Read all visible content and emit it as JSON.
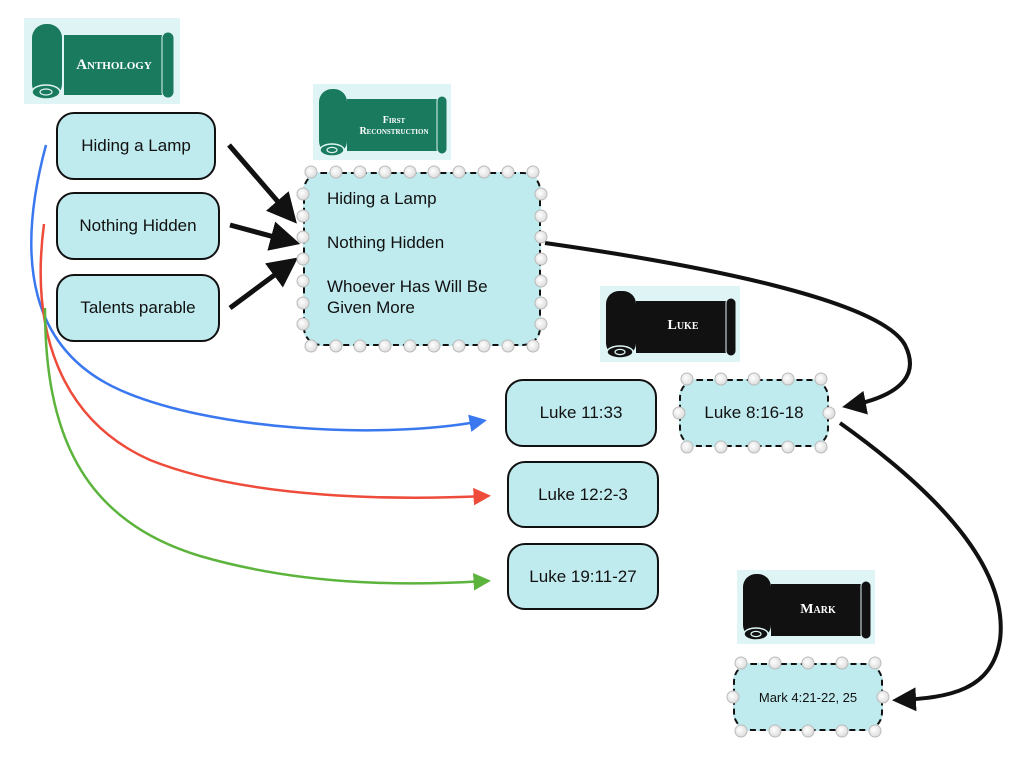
{
  "title": "Source relationships: Anthology, First Reconstruction, Luke, Mark",
  "scrolls": {
    "anthology": {
      "label": "Anthology",
      "color": "#1a7a5e"
    },
    "first_reconstruction": {
      "label_line1": "First",
      "label_line2": "Reconstruction",
      "color": "#1a7a5e"
    },
    "luke": {
      "label": "Luke",
      "color": "#111111"
    },
    "mark": {
      "label": "Mark",
      "color": "#111111"
    }
  },
  "anthology_nodes": [
    {
      "label": "Hiding a Lamp"
    },
    {
      "label": "Nothing Hidden"
    },
    {
      "label": "Talents parable"
    }
  ],
  "first_reconstruction_node": {
    "lines": [
      "Hiding a Lamp",
      "Nothing Hidden",
      "Whoever Has Will Be",
      "Given More"
    ]
  },
  "luke_nodes": [
    {
      "label": "Luke 11:33"
    },
    {
      "label": "Luke 12:2-3"
    },
    {
      "label": "Luke 19:11-27"
    }
  ],
  "luke_main_node": {
    "label": "Luke 8:16-18"
  },
  "mark_node": {
    "label": "Mark 4:21-22, 25"
  },
  "edge_colors": {
    "blue": "#3a78f0",
    "red": "#ee4b3a",
    "green": "#5cb43c",
    "black": "#111111"
  },
  "edges": [
    {
      "from": "Hiding a Lamp",
      "to": "First Reconstruction",
      "color": "black"
    },
    {
      "from": "Nothing Hidden",
      "to": "First Reconstruction",
      "color": "black"
    },
    {
      "from": "Talents parable",
      "to": "First Reconstruction",
      "color": "black"
    },
    {
      "from": "First Reconstruction",
      "to": "Luke 8:16-18",
      "color": "black"
    },
    {
      "from": "Luke 8:16-18",
      "to": "Mark 4:21-22, 25",
      "color": "black"
    },
    {
      "from": "Hiding a Lamp",
      "to": "Luke 11:33",
      "color": "blue"
    },
    {
      "from": "Nothing Hidden",
      "to": "Luke 12:2-3",
      "color": "red"
    },
    {
      "from": "Talents parable",
      "to": "Luke 19:11-27",
      "color": "green"
    }
  ]
}
